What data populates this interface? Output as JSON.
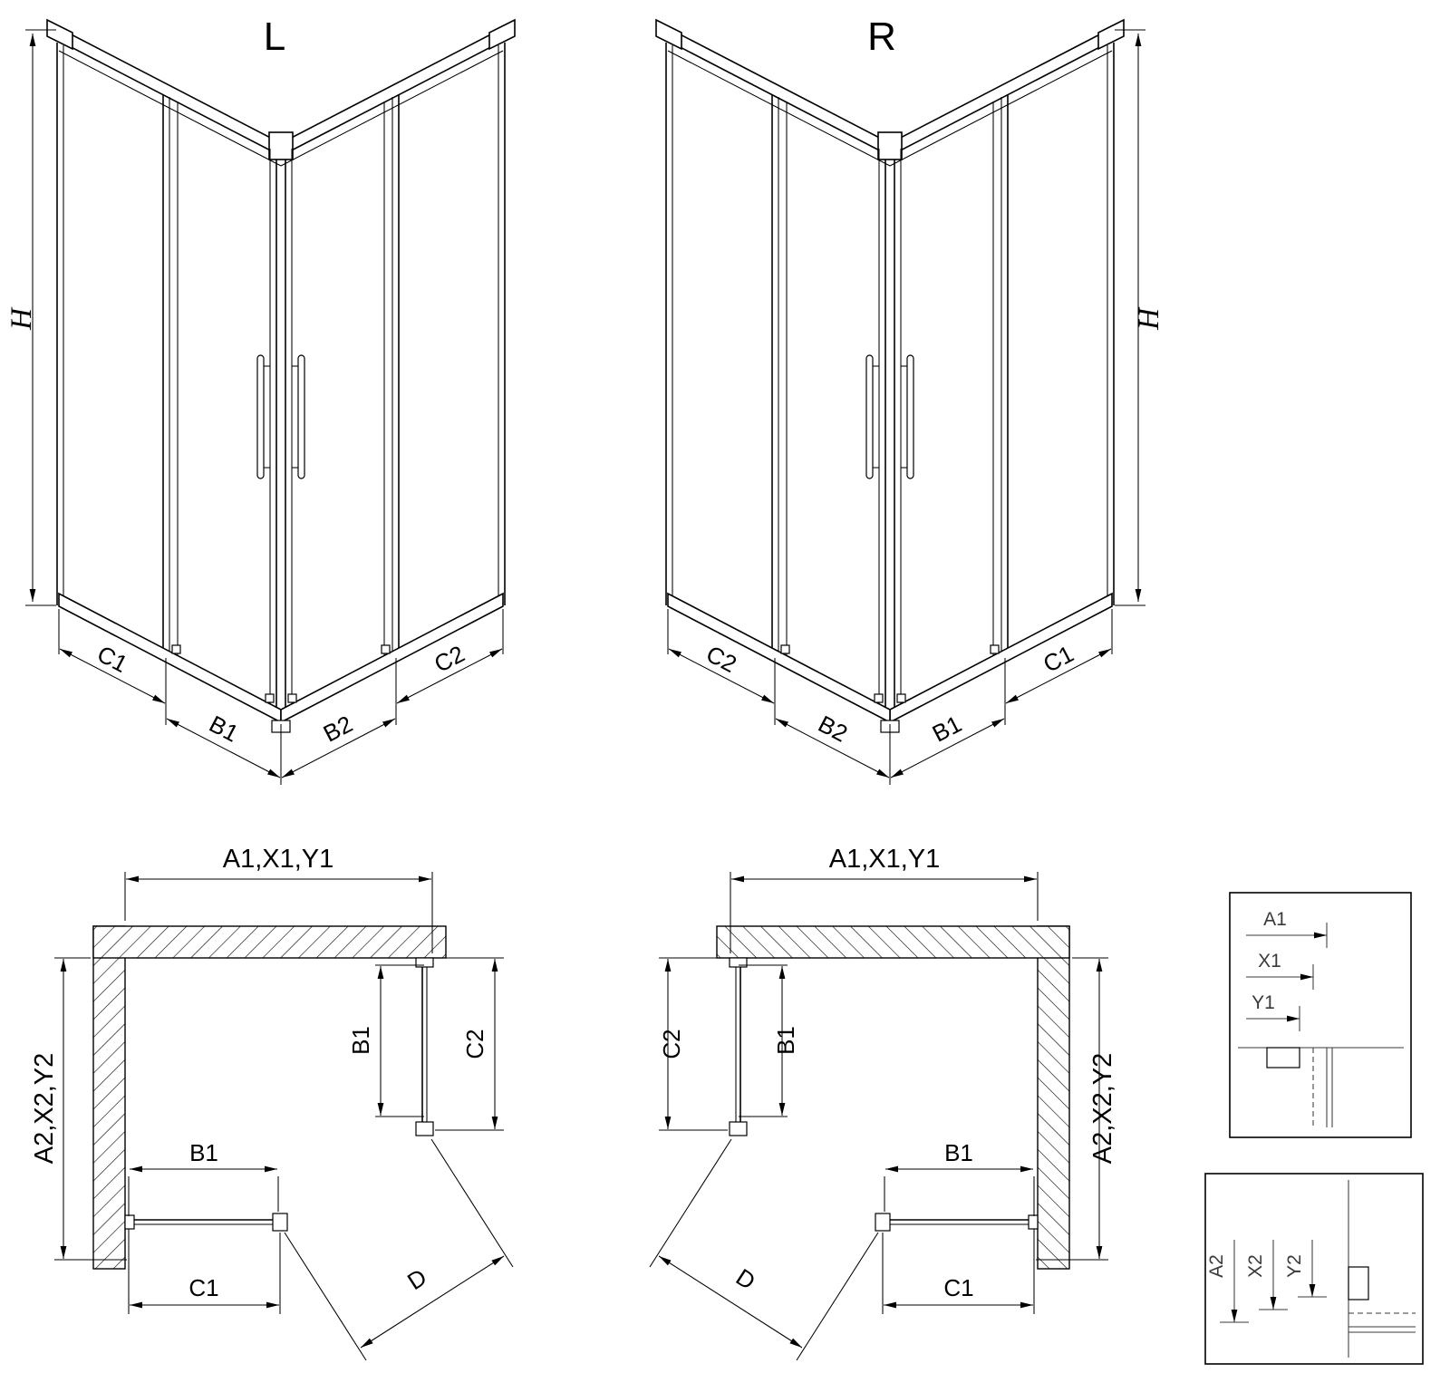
{
  "drawing": {
    "iso_left": {
      "view_label": "L",
      "dim_h": "H",
      "dim_c1": "C1",
      "dim_b1": "B1",
      "dim_b2": "B2",
      "dim_c2": "C2"
    },
    "iso_right": {
      "view_label": "R",
      "dim_h": "H",
      "dim_c2": "C2",
      "dim_b2": "B2",
      "dim_b1": "B1",
      "dim_c1": "C1"
    },
    "plan_left": {
      "dim_top": "A1,X1,Y1",
      "dim_side": "A2,X2,Y2",
      "dim_b1_door": "B1",
      "dim_c2": "C2",
      "dim_b1_bottom": "B1",
      "dim_c1": "C1",
      "dim_d": "D"
    },
    "plan_right": {
      "dim_top": "A1,X1,Y1",
      "dim_side": "A2,X2,Y2",
      "dim_c2": "C2",
      "dim_b1_door": "B1",
      "dim_b1_bottom": "B1",
      "dim_c1": "C1",
      "dim_d": "D"
    },
    "detail_h": {
      "dim_a1": "A1",
      "dim_x1": "X1",
      "dim_y1": "Y1"
    },
    "detail_v": {
      "dim_a2": "A2",
      "dim_x2": "X2",
      "dim_y2": "Y2"
    }
  }
}
